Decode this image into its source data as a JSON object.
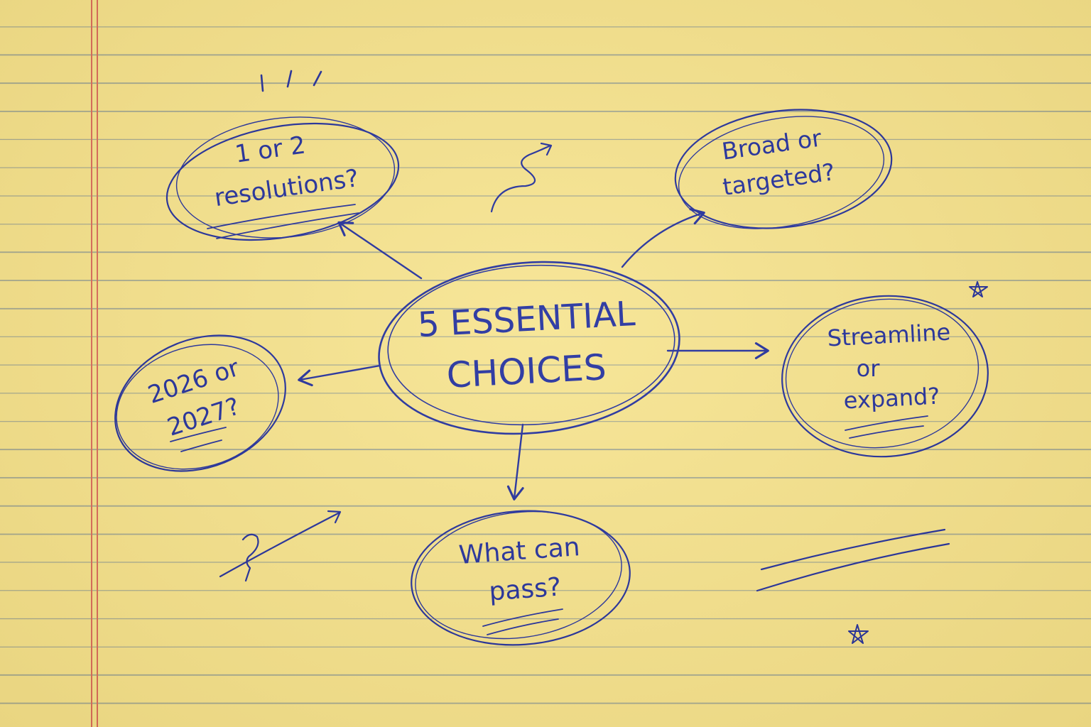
{
  "diagram": {
    "center": {
      "line1": "5 ESSENTIAL",
      "line2": "CHOICES"
    },
    "nodes": [
      {
        "id": "resolutions",
        "line1": "1 or 2",
        "line2": "resolutions?"
      },
      {
        "id": "broad",
        "line1": "Broad or",
        "line2": "targeted?"
      },
      {
        "id": "streamline",
        "line1": "Streamline",
        "line2": "or",
        "line3": "expand?"
      },
      {
        "id": "whatcanpass",
        "line1": "What can",
        "line2": "pass?"
      },
      {
        "id": "year",
        "line1": "2026 or",
        "line2": "2027?"
      }
    ],
    "doodles": [
      "star-icon",
      "squiggle-arrow-icon",
      "question-arrow-icon",
      "emphasis-lines",
      "tick-marks"
    ]
  },
  "colors": {
    "ink": "#1c2a9c",
    "paper": "#f6e38d",
    "rule": "#5c7696",
    "margin": "#d9685a"
  }
}
